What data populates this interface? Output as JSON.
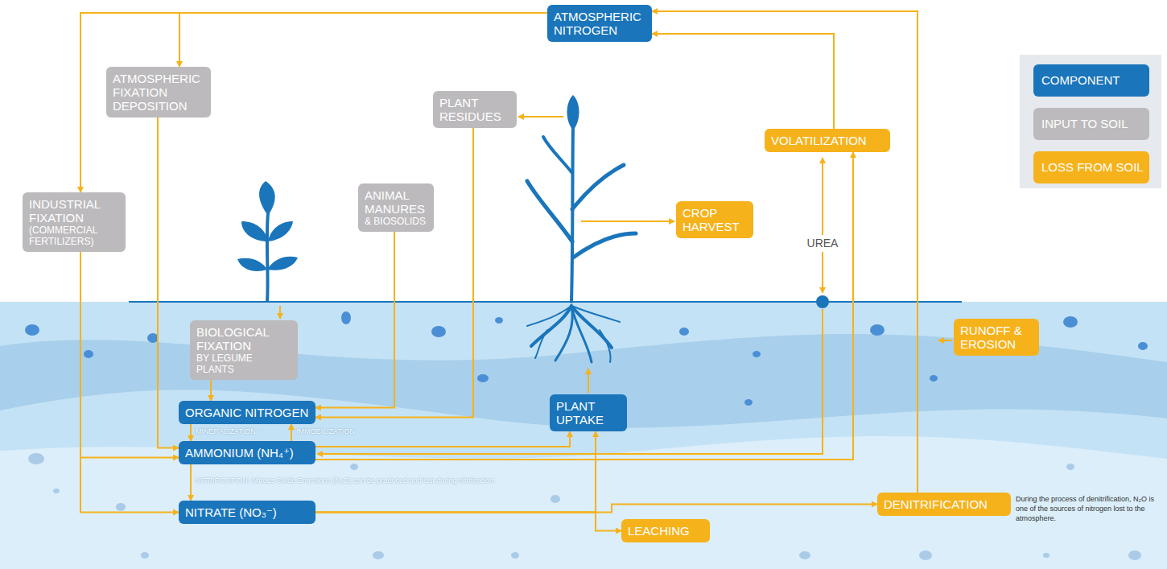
{
  "diagram": {
    "nodes": [
      {
        "text": [
          "ATMOSPHERIC NITROGEN"
        ]
      },
      {
        "text": [
          "ATMOSPHERIC FIXATION DEPOSITION"
        ]
      },
      {
        "text": [
          "PLANT RESIDUES"
        ]
      },
      {
        "text": [
          "VOLATILIZATION"
        ]
      },
      {
        "text": [
          "INDUSTRIAL FIXATION",
          "(COMMERCIAL FERTILIZERS)"
        ]
      },
      {
        "text": [
          "ANIMAL MANURES",
          "& BIOSOLIDS"
        ]
      },
      {
        "text": [
          "CROP HARVEST"
        ]
      },
      {
        "text": [
          "RUNOFF & EROSION"
        ]
      },
      {
        "text": [
          "BIOLOGICAL FIXATION",
          "BY LEGUME PLANTS"
        ]
      },
      {
        "text": [
          "ORGANIC NITROGEN"
        ]
      },
      {
        "text": [
          "PLANT UPTAKE"
        ]
      },
      {
        "text": [
          "AMMONIUM (NH₄⁺)"
        ]
      },
      {
        "text": [
          "DENITRIFICATION"
        ]
      },
      {
        "text": [
          "NITRATE (NO₃⁻)"
        ]
      },
      {
        "text": [
          "LEACHING"
        ]
      }
    ],
    "edges": [
      {
        "from": 0,
        "to": 1,
        "arrow": "to"
      },
      {
        "from": 0,
        "to": 4,
        "arrow": "to"
      },
      {
        "from": 1,
        "to": 11,
        "arrow": "to"
      },
      {
        "from": 4,
        "to": 11,
        "arrow": "to"
      },
      {
        "from": 4,
        "to": 13,
        "arrow": "to"
      },
      {
        "from": 2,
        "to": 9,
        "arrow": "to"
      },
      {
        "from": 5,
        "to": 9,
        "arrow": "to"
      },
      {
        "from": 8,
        "to": 9,
        "arrow": "to"
      },
      {
        "from": 9,
        "to": 11,
        "arrow": "to",
        "label": "MINERALIZATION"
      },
      {
        "from": 11,
        "to": 9,
        "arrow": "to",
        "label": "IMMOBILIZATION"
      },
      {
        "from": 11,
        "to": 13,
        "arrow": "to",
        "label": "NITRIFICATION: Nitrous Oxide Emissions (N₂O) can be produced and lost during nitrification."
      },
      {
        "from": 11,
        "to": 10,
        "arrow": "to"
      },
      {
        "from": 13,
        "to": 10,
        "arrow": "to"
      },
      {
        "from": 13,
        "to": 14,
        "arrow": "to"
      },
      {
        "from": 13,
        "to": 12,
        "arrow": "to"
      },
      {
        "from": 12,
        "to": 0,
        "arrow": "to"
      },
      {
        "from": 3,
        "to": 0,
        "arrow": "to"
      },
      {
        "from": 11,
        "to": 3,
        "arrow": "to"
      }
    ],
    "labels": [
      "UREA",
      "During the process of denitrification, N₂O is one of the sources of nitrogen lost to the atmosphere."
    ],
    "legend": [
      {
        "text": "COMPONENT",
        "color": "#1a75bb"
      },
      {
        "text": "INPUT TO SOIL",
        "color": "#bcbabc"
      },
      {
        "text": "LOSS FROM SOIL",
        "color": "#f6b21b"
      }
    ]
  }
}
